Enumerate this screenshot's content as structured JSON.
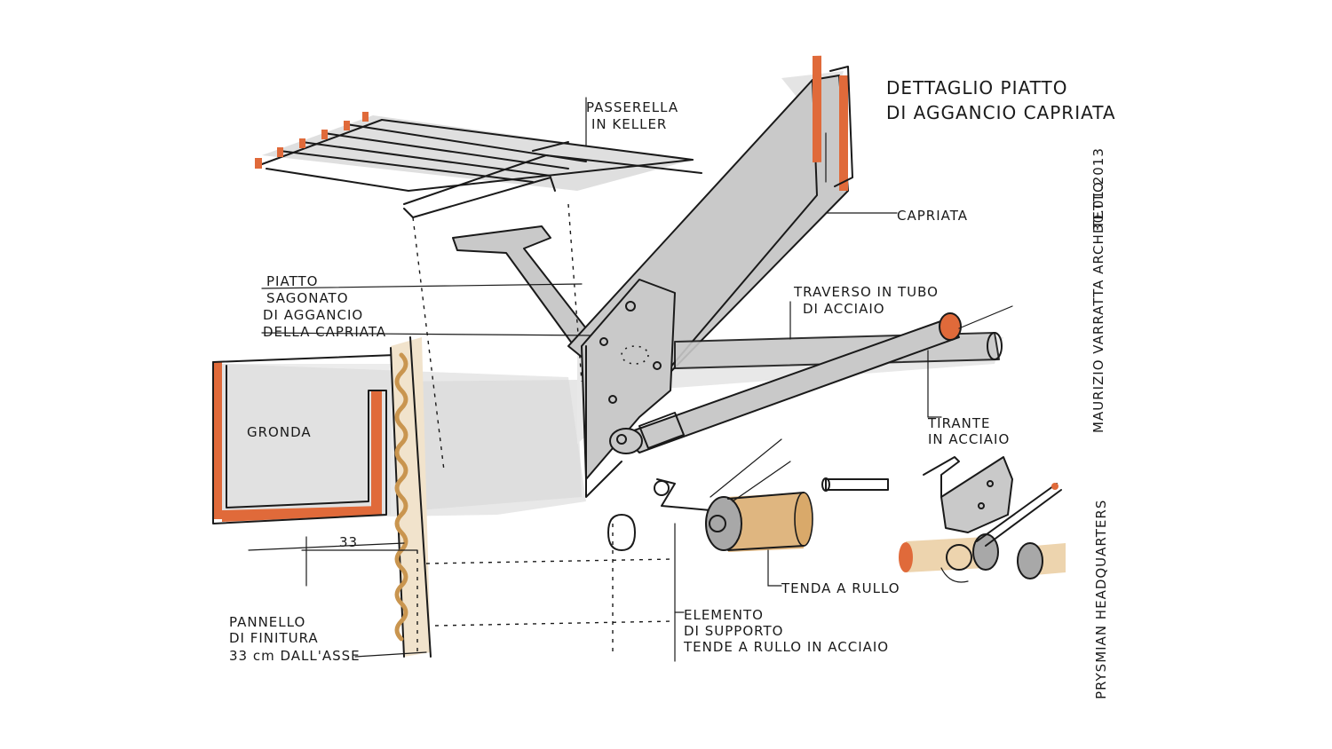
{
  "title": {
    "line1": "DETTAGLIO PIATTO",
    "line2": "DI AGGANCIO CAPRIATA"
  },
  "labels": {
    "passerella": [
      "PASSERELLA",
      "IN KELLER"
    ],
    "capriata": "CAPRIATA",
    "piatto": [
      "PIATTO",
      "SAGONATO",
      "DI AGGANCIO",
      "DELLA CAPRIATA"
    ],
    "traverso": [
      "TRAVERSO IN TUBO",
      "DI ACCIAIO"
    ],
    "gronda": "GRONDA",
    "tirante": [
      "TIRANTE",
      "IN ACCIAIO"
    ],
    "dimension": "33",
    "tenda": "TENDA A RULLO",
    "pannello": [
      "PANNELLO",
      "DI FINITURA",
      "33 cm DALL'ASSE"
    ],
    "elemento": [
      "ELEMENTO",
      "DI SUPPORTO",
      "TENDE A RULLO IN ACCIAIO"
    ]
  },
  "vertical_notes": {
    "author": "MAURIZIO VARRATTA ARCHITETTO",
    "date": "30.01.2013",
    "project": "PRYSMIAN HEADQUARTERS"
  },
  "colors": {
    "accent_orange": "#e06a3a",
    "wood_tan": "#d9a96a",
    "steel_gray": "#c9c9c9",
    "ink": "#1a1a1a"
  }
}
